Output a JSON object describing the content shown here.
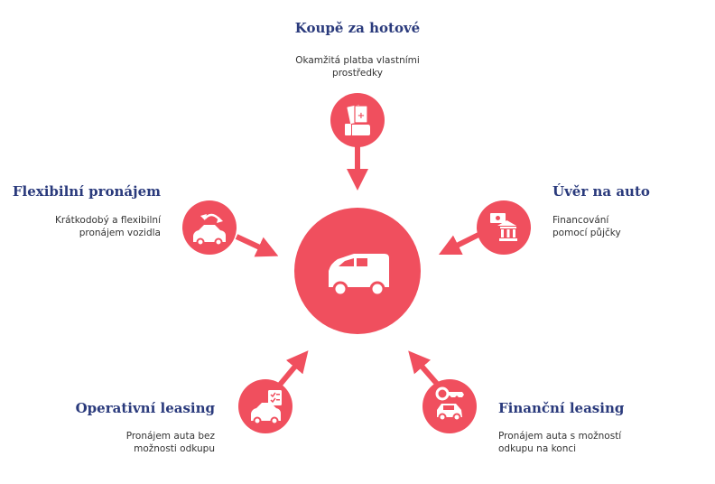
{
  "colors": {
    "accent": "#f04f5e",
    "title": "#2a3a7c",
    "text": "#333333"
  },
  "center": {
    "icon": "van-icon"
  },
  "nodes": [
    {
      "key": "cash",
      "title": "Koupě za hotové",
      "desc": [
        "Okamžitá platba vlastními",
        "prostředky"
      ],
      "icon": "cash-hand-icon"
    },
    {
      "key": "loan",
      "title": "Úvěr na auto",
      "desc": [
        "Financování",
        "pomocí půjčky"
      ],
      "icon": "bank-icon"
    },
    {
      "key": "financial",
      "title": "Finanční leasing",
      "desc": [
        "Pronájem auta s možností",
        "odkupu na konci"
      ],
      "icon": "key-car-icon"
    },
    {
      "key": "operative",
      "title": "Operativní leasing",
      "desc": [
        "Pronájem auta bez",
        "možnosti odkupu"
      ],
      "icon": "checklist-car-icon"
    },
    {
      "key": "flexible",
      "title": "Flexibilní pronájem",
      "desc": [
        "Krátkodobý a flexibilní",
        "pronájem vozidla"
      ],
      "icon": "car-return-icon"
    }
  ]
}
